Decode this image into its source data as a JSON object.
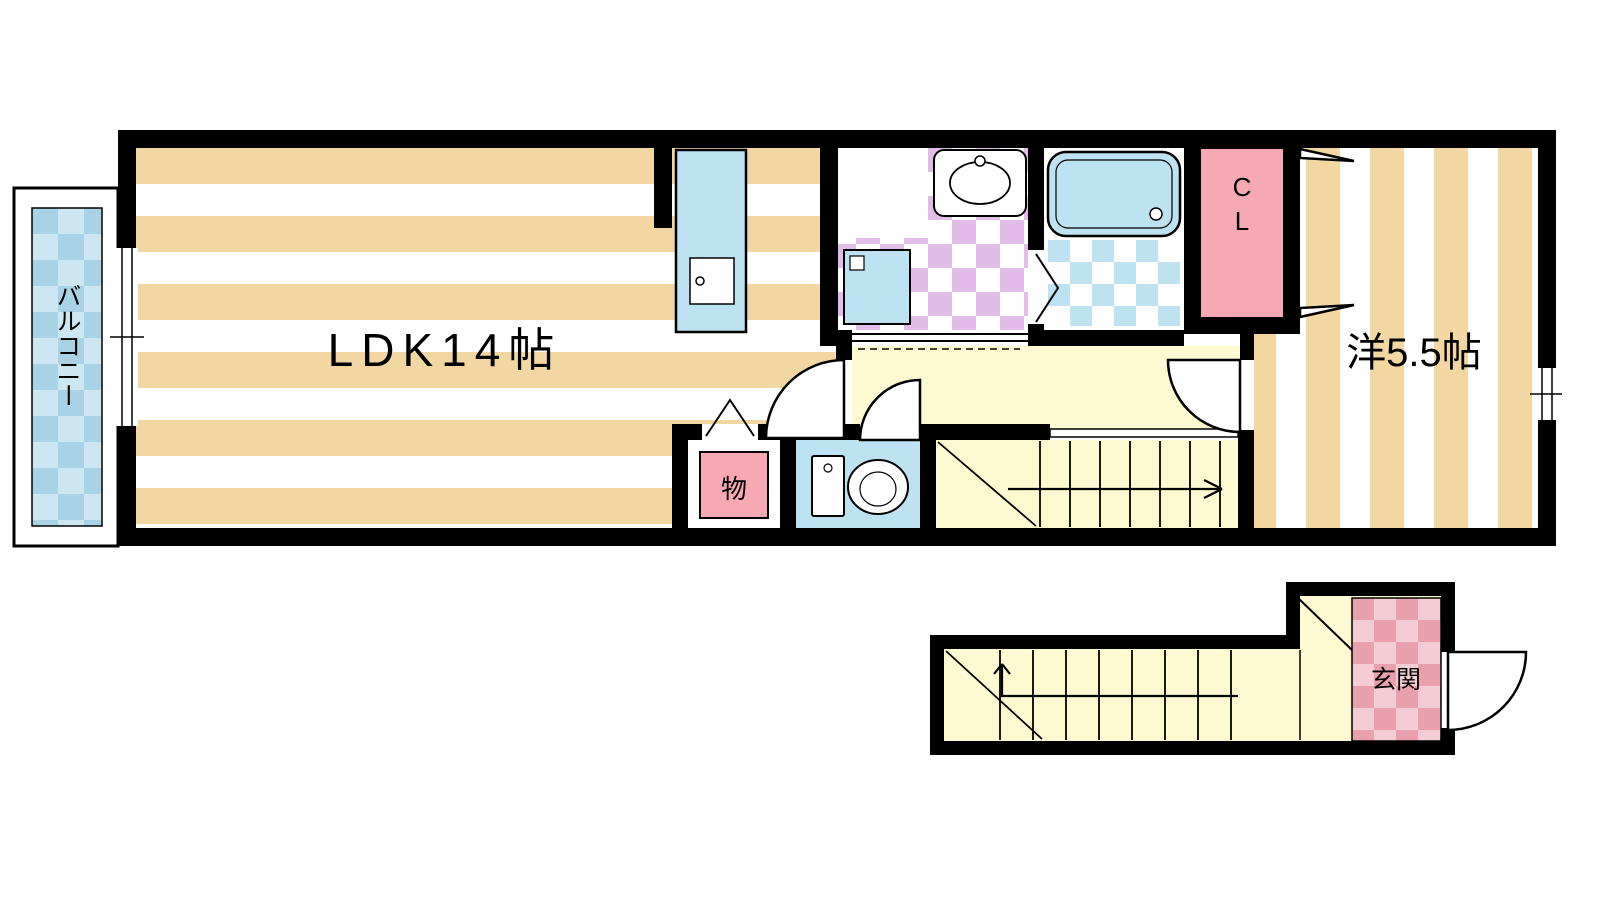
{
  "floorplan": {
    "labels": {
      "ldk": "LDK14帖",
      "western_room": "洋5.5帖",
      "balcony": "バルコニー",
      "closet": "CL",
      "storage": "物",
      "entrance": "玄関"
    },
    "colors": {
      "wall": "#000000",
      "wood": "#f2d7a2",
      "water_blue": "#bde2f2",
      "tile_purple": "#e3bbe8",
      "hall_yellow": "#fdf9d0",
      "pink": "#f6a9b2",
      "entrance_pink_dark": "#e9a0ac",
      "entrance_pink_light": "#f3cdd3",
      "balcony_blue": "#a9d2e5",
      "balcony_light": "#cce7f2"
    }
  }
}
